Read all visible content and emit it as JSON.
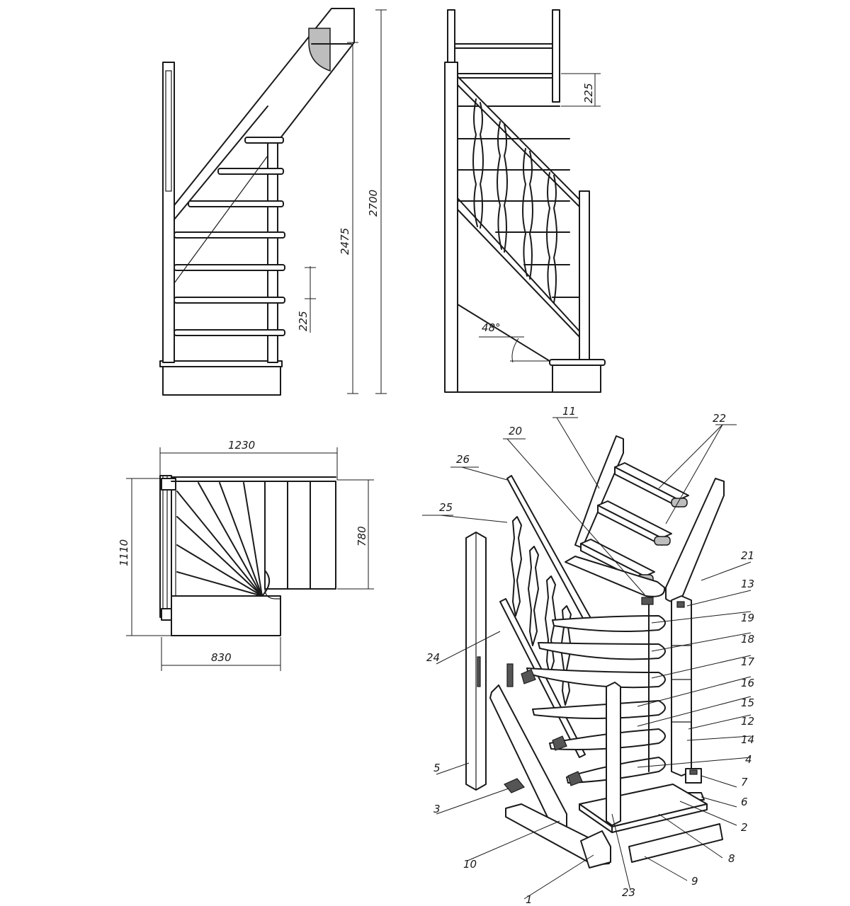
{
  "dimensions": {
    "total_height": "2700",
    "stair_height": "2475",
    "step_rise_side": "225",
    "step_rise_front": "225",
    "angle": "48°",
    "plan_width": "1230",
    "plan_depth_left": "1110",
    "plan_depth_right": "780",
    "plan_bottom_width": "830"
  },
  "part_numbers": [
    "1",
    "2",
    "3",
    "4",
    "5",
    "6",
    "7",
    "8",
    "9",
    "10",
    "11",
    "12",
    "13",
    "14",
    "15",
    "16",
    "17",
    "18",
    "19",
    "20",
    "21",
    "22",
    "23",
    "24",
    "25",
    "26"
  ]
}
